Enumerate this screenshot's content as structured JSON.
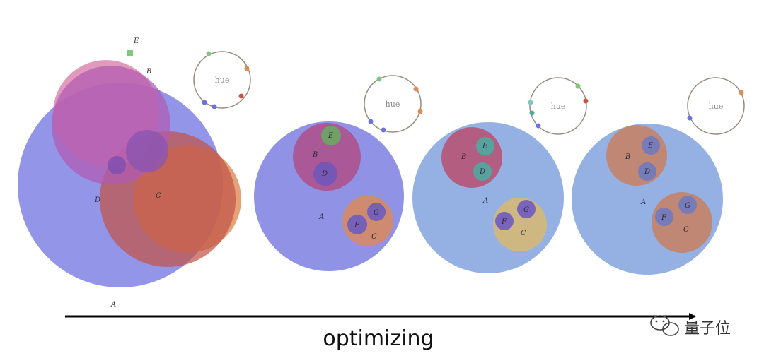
{
  "axis": {
    "label": "optimizing"
  },
  "watermark": {
    "text": "量子位"
  },
  "colors": {
    "purple": "#6d72e0",
    "steelblue": "#7ea0e0",
    "pink": "#c75aa0",
    "magenta": "#b054a8",
    "red": "#c05050",
    "orange": "#d98a5a",
    "gold": "#d8b870",
    "green": "#7fc77a",
    "teal": "#4fa8a0",
    "violet": "#6f5bc0"
  },
  "stages": [
    {
      "id": "stage-1",
      "hue_label": "hue",
      "labels": {
        "A": "A",
        "B": "B",
        "C": "C",
        "D": "D",
        "E": "E"
      }
    },
    {
      "id": "stage-2",
      "hue_label": "hue",
      "labels": {
        "A": "A",
        "B": "B",
        "C": "C",
        "D": "D",
        "E": "E",
        "F": "F",
        "G": "G"
      }
    },
    {
      "id": "stage-3",
      "hue_label": "hue",
      "labels": {
        "A": "A",
        "B": "B",
        "C": "C",
        "D": "D",
        "E": "E",
        "F": "F",
        "G": "G"
      }
    },
    {
      "id": "stage-4",
      "hue_label": "hue",
      "labels": {
        "A": "A",
        "B": "B",
        "C": "C",
        "D": "D",
        "E": "E",
        "F": "F",
        "G": "G"
      }
    }
  ]
}
